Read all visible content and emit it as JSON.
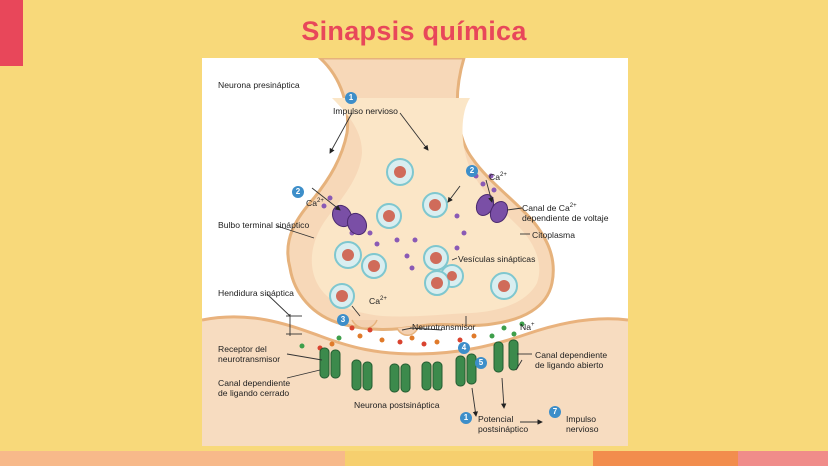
{
  "slide": {
    "title": "Sinapsis química",
    "accent_color": "#e8475a",
    "background_color": "#f8d97a"
  },
  "diagram": {
    "labels": {
      "presynaptic_neuron": "Neurona presináptica",
      "nerve_impulse": "Impulso nervioso",
      "ca_left": "Ca",
      "ca_right": "Ca",
      "ca_charge": "2+",
      "ca_channel": "Canal de Ca",
      "ca_channel_line2": "dependiente de voltaje",
      "terminal_bulb": "Bulbo terminal sináptico",
      "cytoplasm": "Citoplasma",
      "vesicles": "Vesículas sinápticas",
      "cleft": "Hendidura sináptica",
      "ca_inner": "Ca",
      "neurotransmitter": "Neurotransmisor",
      "na": "Na",
      "na_charge": "+",
      "receptor_line1": "Receptor del",
      "receptor_line2": "neurotransmisor",
      "open_channel_line1": "Canal dependiente",
      "open_channel_line2": "de ligando abierto",
      "closed_channel_line1": "Canal dependiente",
      "closed_channel_line2": "de ligando cerrado",
      "postsynaptic_neuron": "Neurona postsináptica",
      "potential_line1": "Potencial",
      "potential_line2": "postsináptico",
      "impulse_line1": "Impulso",
      "impulse_line2": "nervioso"
    },
    "steps": [
      "1",
      "2",
      "2",
      "3",
      "4",
      "5",
      "1",
      "7"
    ]
  },
  "footer_colors": [
    "#f7b98a",
    "#f6cf6e",
    "#f28d4d",
    "#f08c8a"
  ]
}
